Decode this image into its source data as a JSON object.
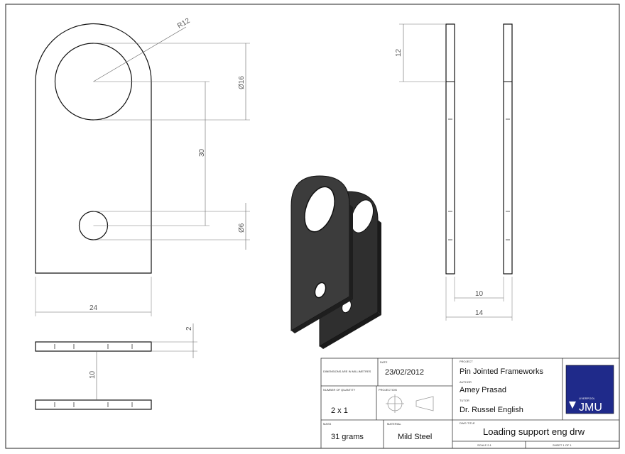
{
  "dimensions": {
    "radius": "R12",
    "diameter_large": "Ø16",
    "center_distance": "30",
    "diameter_small": "Ø6",
    "width": "24",
    "thickness": "2",
    "gap": "10",
    "top_offset": "12",
    "inner_width": "10",
    "outer_width": "14"
  },
  "title_block": {
    "lbl_dimensions": "DIMENSIONS ARE IN MILLIMETRES",
    "lbl_date": "DATE",
    "date": "23/02/2012",
    "lbl_project": "PROJECT",
    "project": "Pin Jointed Frameworks",
    "lbl_quantity": "NUMBER OF QUANTITY",
    "quantity": "2 x 1",
    "lbl_projection": "PROJECTION",
    "lbl_author": "AUTHOR",
    "author": "Amey Prasad",
    "lbl_tutor": "TUTOR",
    "tutor": "Dr. Russel English",
    "lbl_mass": "MASS",
    "mass": "31 grams",
    "lbl_material": "MATERIAL",
    "material": "Mild Steel",
    "lbl_drawing_title": "DWG TITLE",
    "drawing_title": "Loading support eng drw",
    "lbl_scale": "SCALE 2:1",
    "lbl_sheet": "SHEET 1 OF 1",
    "logo_small": "LIVERPOOL",
    "logo": "JMU",
    "logo_color": "#1f2a8a"
  }
}
